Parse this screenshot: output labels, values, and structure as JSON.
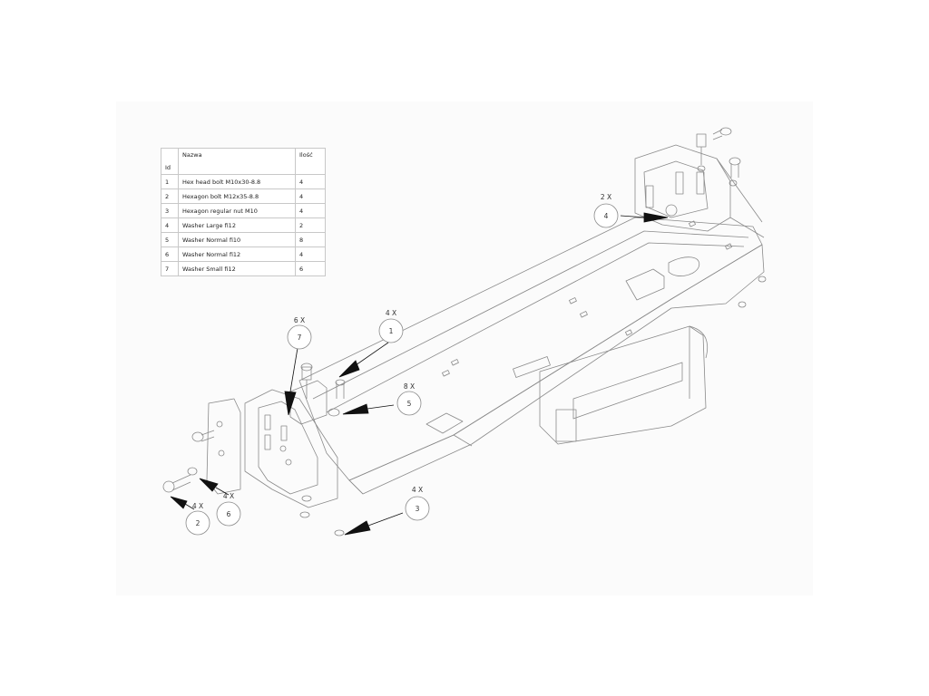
{
  "table": {
    "headers": {
      "id": "Id",
      "name": "Nazwa",
      "qty": "Ilość"
    },
    "rows": [
      {
        "id": "1",
        "name": "Hex head bolt M10x30-8.8",
        "qty": "4"
      },
      {
        "id": "2",
        "name": "Hexagon bolt M12x35-8.8",
        "qty": "4"
      },
      {
        "id": "3",
        "name": "Hexagon regular nut M10",
        "qty": "4"
      },
      {
        "id": "4",
        "name": "Washer Large fi12",
        "qty": "2"
      },
      {
        "id": "5",
        "name": "Washer Normal fi10",
        "qty": "8"
      },
      {
        "id": "6",
        "name": "Washer Normal fi12",
        "qty": "4"
      },
      {
        "id": "7",
        "name": "Washer Small fi12",
        "qty": "6"
      }
    ]
  },
  "callouts": {
    "c1": {
      "number": "1",
      "qty": "4 X"
    },
    "c2": {
      "number": "2",
      "qty": "4 X"
    },
    "c3": {
      "number": "3",
      "qty": "4 X"
    },
    "c4": {
      "number": "4",
      "qty": "2 X"
    },
    "c5": {
      "number": "5",
      "qty": "8 X"
    },
    "c6": {
      "number": "6",
      "qty": "4 X"
    },
    "c7": {
      "number": "7",
      "qty": "6 X"
    }
  },
  "colors": {
    "line": "#8a8a8a",
    "arrow": "#111111",
    "faint": "#f2f2f2"
  }
}
